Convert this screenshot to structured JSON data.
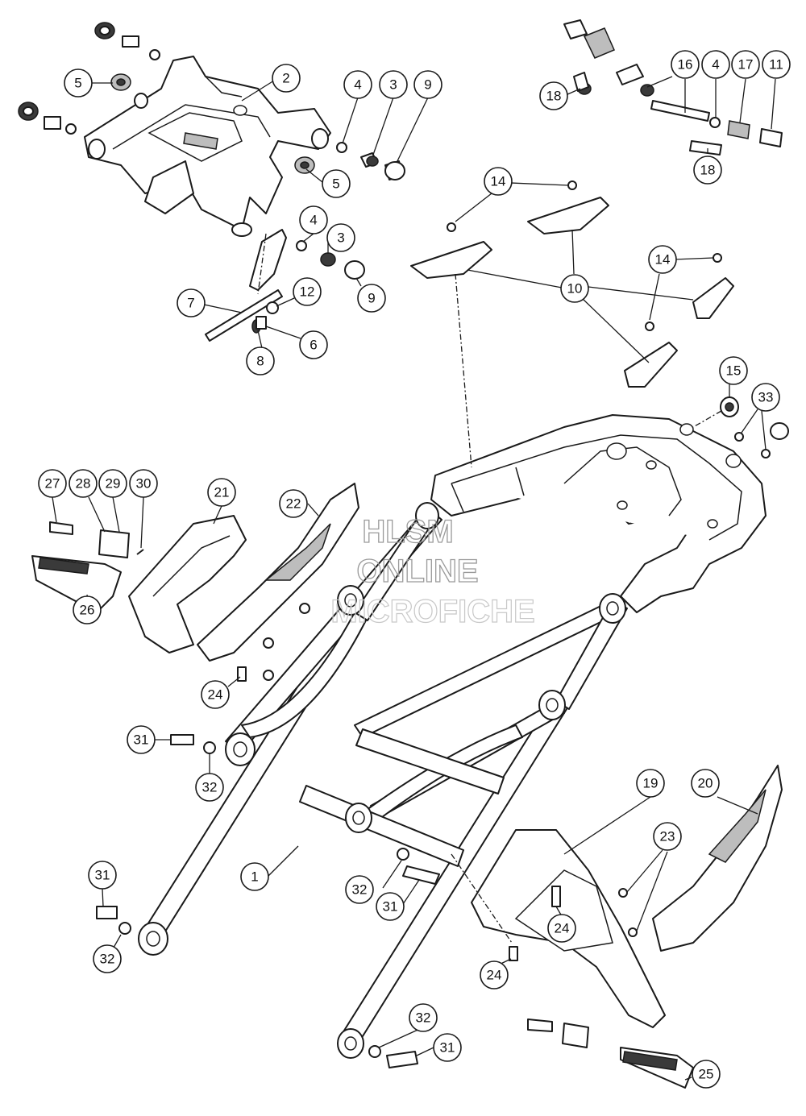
{
  "watermark": {
    "line1": "HLSM",
    "line2": "ONLINE",
    "line3": "MICROFICHE"
  },
  "callouts": [
    "1",
    "2",
    "3",
    "3",
    "4",
    "4",
    "4",
    "5",
    "5",
    "6",
    "7",
    "8",
    "9",
    "9",
    "10",
    "11",
    "12",
    "14",
    "14",
    "15",
    "16",
    "17",
    "18",
    "18",
    "19",
    "20",
    "21",
    "22",
    "23",
    "24",
    "24",
    "24",
    "25",
    "26",
    "27",
    "28",
    "29",
    "30",
    "31",
    "31",
    "31",
    "31",
    "32",
    "32",
    "32",
    "32",
    "33"
  ]
}
